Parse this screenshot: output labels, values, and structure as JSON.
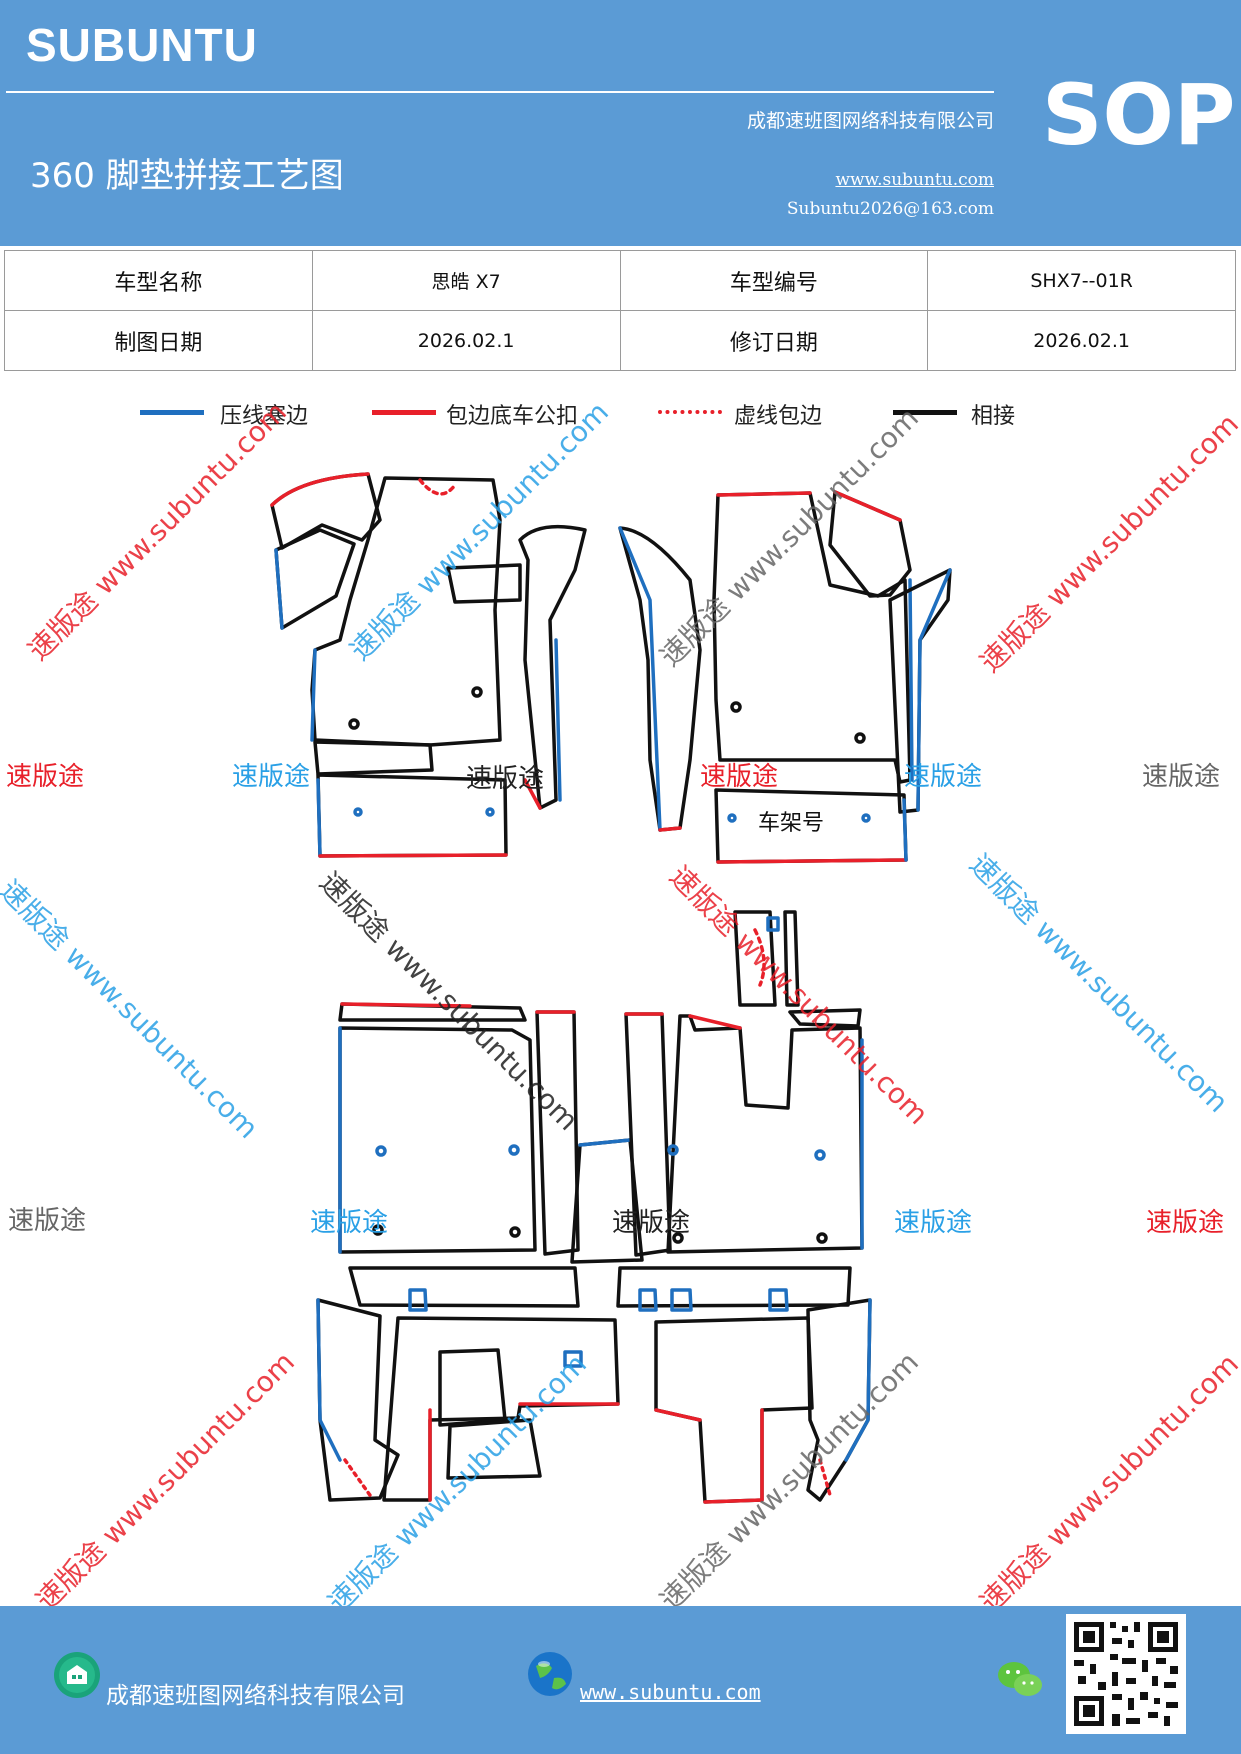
{
  "header": {
    "brand": "SUBUNTU",
    "title": "360 脚垫拼接工艺图",
    "company": "成都速班图网络科技有限公司",
    "website": "www.subuntu.com",
    "email": "Subuntu2026@163.com",
    "badge": "SOP"
  },
  "info_table": {
    "rows": [
      [
        "车型名称",
        "思皓 X7",
        "车型编号",
        "SHX7--01R"
      ],
      [
        "制图日期",
        "2026.02.1",
        "修订日期",
        "2026.02.1"
      ]
    ]
  },
  "legend": [
    {
      "label": "压线塞边",
      "color": "#1f6fbf",
      "style": "solid"
    },
    {
      "label": "包边底车公扣",
      "color": "#e8202a",
      "style": "solid"
    },
    {
      "label": "虚线包边",
      "color": "#e8202a",
      "style": "dotted"
    },
    {
      "label": "相接",
      "color": "#111111",
      "style": "solid"
    }
  ],
  "diagram": {
    "frame_label": "车架号"
  },
  "watermarks": {
    "short": "速版途",
    "long": "速版途 www.subuntu.com"
  },
  "footer": {
    "company": "成都速班图网络科技有限公司",
    "website": "www.subuntu.com"
  },
  "colors": {
    "header_bg": "#5b9bd5",
    "blue_edge": "#1f6fbf",
    "red_edge": "#e8202a"
  }
}
